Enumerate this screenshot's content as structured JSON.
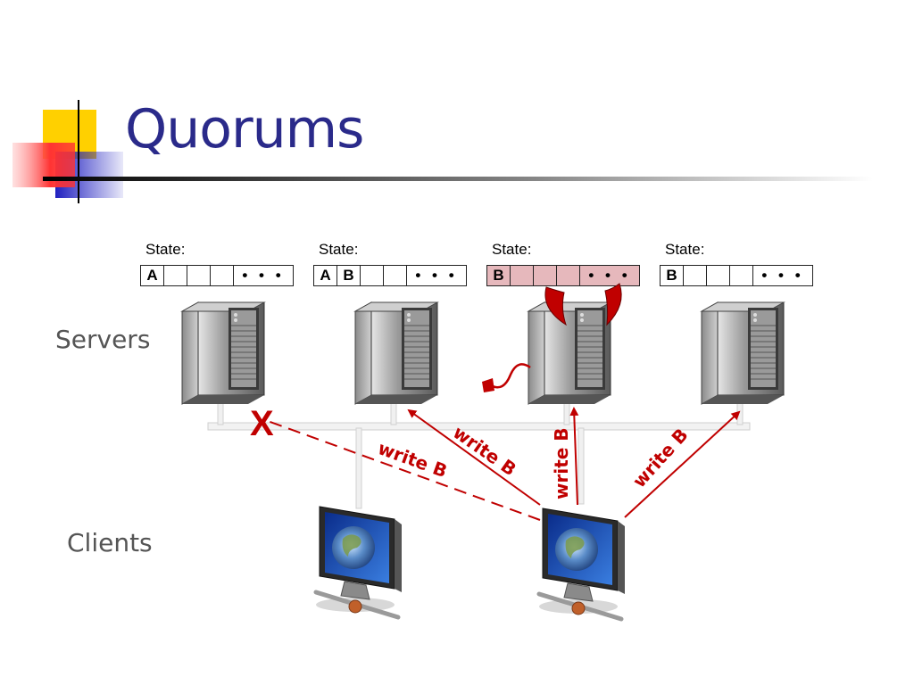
{
  "title": "Quorums",
  "labels": {
    "servers": "Servers",
    "clients": "Clients"
  },
  "servers": [
    {
      "state_label": "State:",
      "cells": [
        "A",
        "",
        "",
        ""
      ],
      "ellipsis": "• • •",
      "corrupted": false
    },
    {
      "state_label": "State:",
      "cells": [
        "A",
        "B",
        "",
        ""
      ],
      "ellipsis": "• • •",
      "corrupted": false
    },
    {
      "state_label": "State:",
      "cells": [
        "B",
        "",
        "",
        ""
      ],
      "ellipsis": "• • •",
      "corrupted": true
    },
    {
      "state_label": "State:",
      "cells": [
        "B",
        "",
        "",
        ""
      ],
      "ellipsis": "• • •",
      "corrupted": false
    }
  ],
  "writes": {
    "w1": "write B",
    "w2": "write B",
    "w3": "write B",
    "w4": "write B"
  },
  "failed_mark": "X",
  "colors": {
    "title": "#2a2a8a",
    "arrow": "#c00000",
    "corrupt": "#e6b8bc",
    "label": "#555555"
  }
}
